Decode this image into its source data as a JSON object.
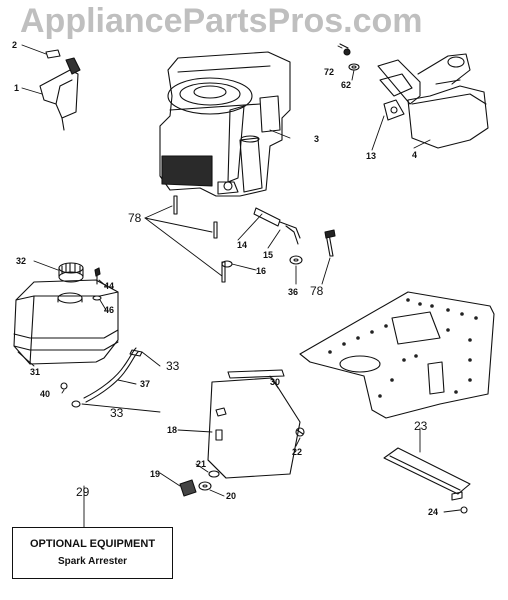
{
  "watermark": "AppliancePartsPros.com",
  "callouts": [
    {
      "id": "2",
      "text": "2"
    },
    {
      "id": "1",
      "text": "1"
    },
    {
      "id": "72",
      "text": "72"
    },
    {
      "id": "62",
      "text": "62"
    },
    {
      "id": "3",
      "text": "3"
    },
    {
      "id": "13",
      "text": "13"
    },
    {
      "id": "4",
      "text": "4"
    },
    {
      "id": "78a",
      "text": "78"
    },
    {
      "id": "14",
      "text": "14"
    },
    {
      "id": "15",
      "text": "15"
    },
    {
      "id": "16",
      "text": "16"
    },
    {
      "id": "36",
      "text": "36"
    },
    {
      "id": "78b",
      "text": "78"
    },
    {
      "id": "32",
      "text": "32"
    },
    {
      "id": "44",
      "text": "44"
    },
    {
      "id": "46",
      "text": "46"
    },
    {
      "id": "33a",
      "text": "33"
    },
    {
      "id": "31",
      "text": "31"
    },
    {
      "id": "37",
      "text": "37"
    },
    {
      "id": "40",
      "text": "40"
    },
    {
      "id": "33b",
      "text": "33"
    },
    {
      "id": "30",
      "text": "30"
    },
    {
      "id": "18",
      "text": "18"
    },
    {
      "id": "22",
      "text": "22"
    },
    {
      "id": "21",
      "text": "21"
    },
    {
      "id": "19",
      "text": "19"
    },
    {
      "id": "20",
      "text": "20"
    },
    {
      "id": "23",
      "text": "23"
    },
    {
      "id": "24",
      "text": "24"
    },
    {
      "id": "29",
      "text": "29"
    }
  ],
  "optional_box": {
    "title": "OPTIONAL EQUIPMENT",
    "subtitle": "Spark Arrester"
  }
}
